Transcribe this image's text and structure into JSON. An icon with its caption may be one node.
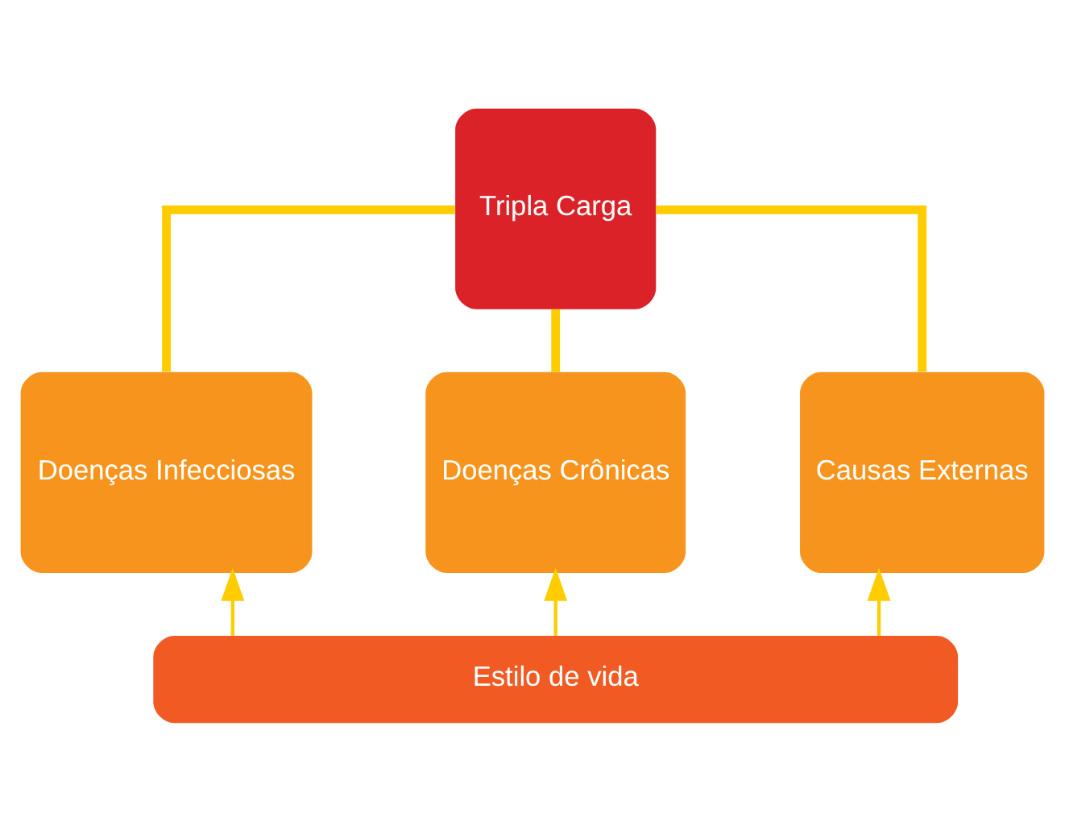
{
  "diagram": {
    "nodes": [
      {
        "text": [
          "Tripla Carga"
        ]
      },
      {
        "text": [
          "Doenças Infecciosas"
        ]
      },
      {
        "text": [
          "Doenças Crônicas"
        ]
      },
      {
        "text": [
          "Causas Externas"
        ]
      },
      {
        "text": [
          "Estilo de vida"
        ]
      }
    ],
    "edges": [
      {
        "from": 0,
        "to": 1,
        "arrow": "none",
        "style": "thick"
      },
      {
        "from": 0,
        "to": 2,
        "arrow": "none",
        "style": "thick"
      },
      {
        "from": 0,
        "to": 3,
        "arrow": "none",
        "style": "thick"
      },
      {
        "from": 4,
        "to": 1,
        "arrow": "to"
      },
      {
        "from": 4,
        "to": 2,
        "arrow": "to"
      },
      {
        "from": 4,
        "to": 3,
        "arrow": "to"
      }
    ]
  }
}
